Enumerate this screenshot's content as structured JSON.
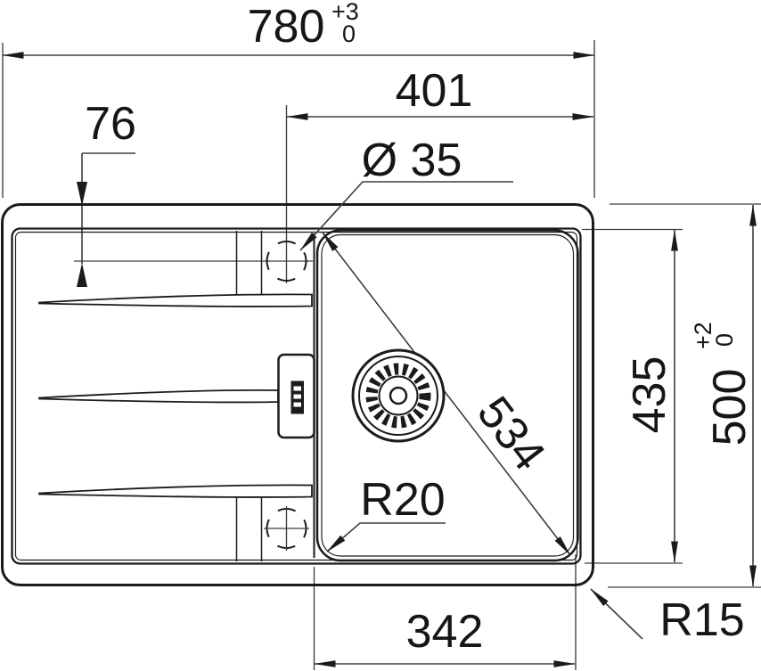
{
  "drawing": {
    "dimensions": {
      "overall_width": {
        "value": "780",
        "tol_upper": "+3",
        "tol_lower": "0"
      },
      "bowl_right_span": {
        "value": "401"
      },
      "tap_hole_offset": {
        "value": "76"
      },
      "tap_hole_diameter": {
        "value": "Ø 35"
      },
      "bowl_diagonal": {
        "value": "534"
      },
      "inner_height": {
        "value": "435"
      },
      "overall_height": {
        "value": "500",
        "tol_upper": "+2",
        "tol_lower": "0"
      },
      "bowl_corner_radius": {
        "value": "R20"
      },
      "outer_corner_radius": {
        "value": "R15"
      },
      "bowl_bottom_width": {
        "value": "342"
      }
    },
    "colors": {
      "line": "#1b1b1b",
      "dim_line": "#3e3e3e",
      "background": "#ffffff"
    }
  }
}
